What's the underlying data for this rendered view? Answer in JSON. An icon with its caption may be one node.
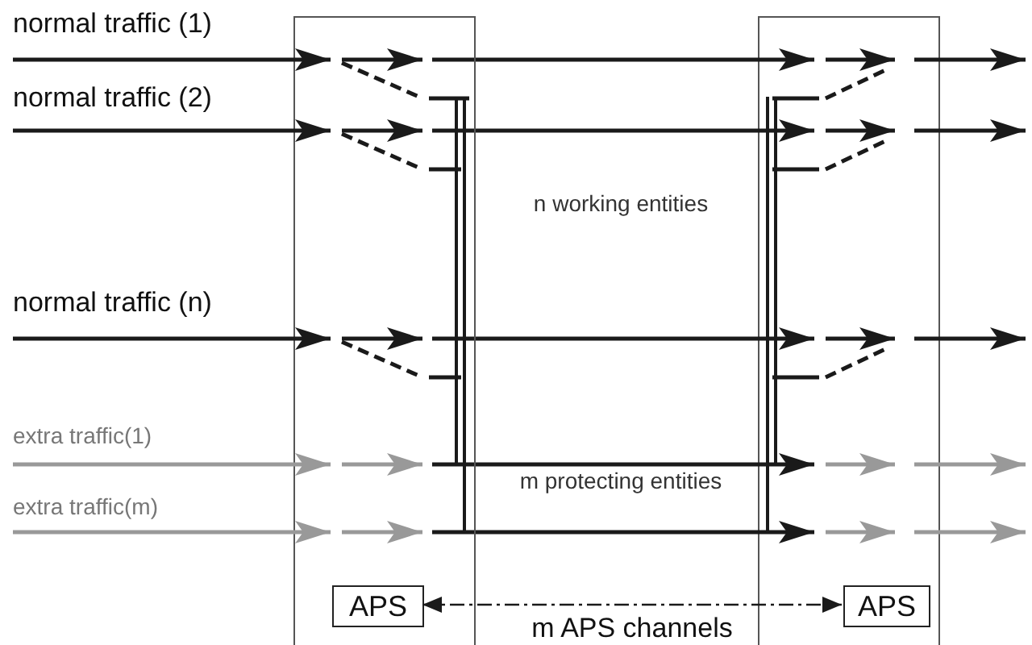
{
  "diagram": {
    "nodes": [
      {
        "text": [],
        "shape": "box"
      },
      {
        "text": [],
        "shape": "box"
      },
      {
        "text": [
          "APS"
        ],
        "in": 0
      },
      {
        "text": [
          "APS"
        ],
        "in": 1
      }
    ],
    "edges": [
      {
        "from": null,
        "to": 0,
        "arrow": "to"
      },
      {
        "from": null,
        "to": 0,
        "arrow": "to"
      },
      {
        "from": null,
        "to": 0,
        "arrow": "to"
      },
      {
        "from": null,
        "to": 0,
        "arrow": "to",
        "color": "#999999"
      },
      {
        "from": null,
        "to": 0,
        "arrow": "to",
        "color": "#999999"
      },
      {
        "from": 0,
        "to": 1,
        "arrow": "to"
      },
      {
        "from": 0,
        "to": 1,
        "arrow": "to"
      },
      {
        "from": 0,
        "to": 1,
        "arrow": "to"
      },
      {
        "from": 0,
        "to": 1,
        "arrow": "to"
      },
      {
        "from": 0,
        "to": 1,
        "arrow": "to"
      },
      {
        "from": 1,
        "to": null,
        "arrow": "to"
      },
      {
        "from": 1,
        "to": null,
        "arrow": "to"
      },
      {
        "from": 1,
        "to": null,
        "arrow": "to"
      },
      {
        "from": 1,
        "to": null,
        "arrow": "to",
        "color": "#999999"
      },
      {
        "from": 1,
        "to": null,
        "arrow": "to",
        "color": "#999999"
      },
      {
        "from": 2,
        "to": 3,
        "arrow": "both",
        "style": "dashed",
        "label": "m APS channels"
      }
    ],
    "labels": [
      "normal traffic (1)",
      "normal traffic (2)",
      "n working entities",
      "normal traffic (n)",
      "extra traffic(1)",
      "m protecting entities",
      "extra traffic(m)"
    ]
  }
}
